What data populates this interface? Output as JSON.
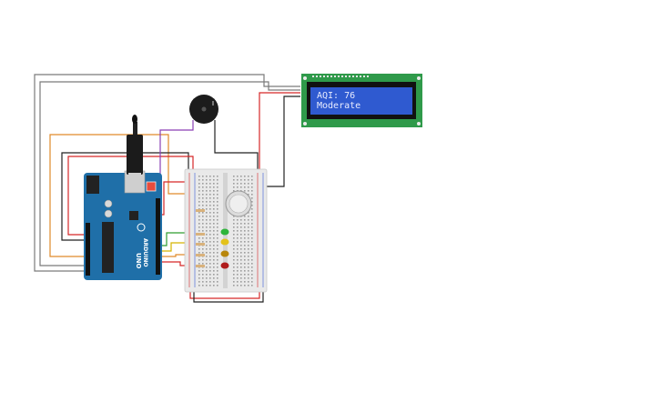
{
  "circuit": {
    "lcd": {
      "line1": "AQI: 76",
      "line2": "Moderate"
    },
    "arduino": {
      "brand_label": "ARDUINO",
      "model_label": "UNO"
    },
    "led_colors": [
      "#2db43a",
      "#e3c21a",
      "#b8860b",
      "#b01c1c"
    ],
    "wire_colors": {
      "gray": "#7a7a7a",
      "orange": "#e08a2a",
      "red": "#d62728",
      "black": "#222222",
      "green": "#2e9e2e",
      "yellow": "#d4b400",
      "purple": "#8a3fb5"
    },
    "board_color": "#1f6fa8",
    "lcd_pcb_color": "#2f9a4a",
    "lcd_screen_color": "#2f5ad0"
  }
}
